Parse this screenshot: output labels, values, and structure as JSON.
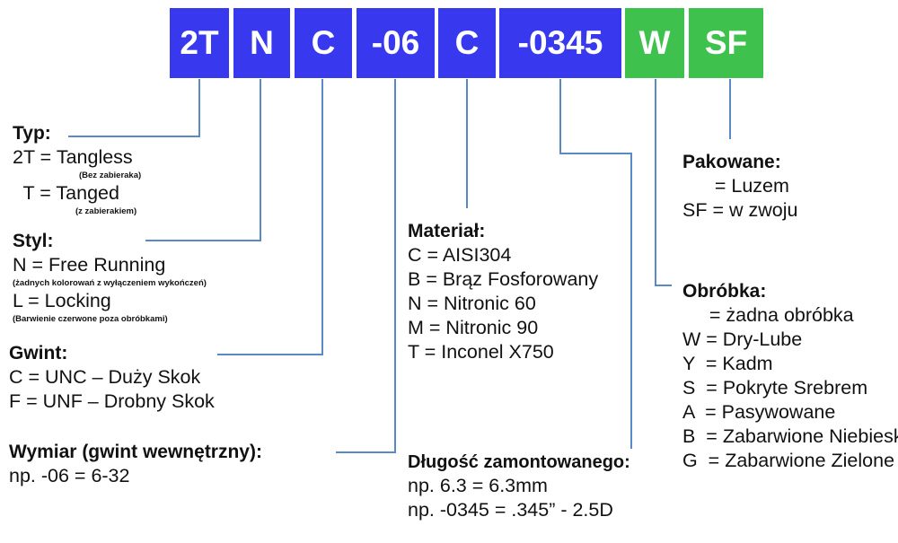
{
  "code_boxes": [
    {
      "text": "2T",
      "color": "#3838ee"
    },
    {
      "text": "N",
      "color": "#3838ee"
    },
    {
      "text": "C",
      "color": "#3838ee"
    },
    {
      "text": "-06",
      "color": "#3838ee"
    },
    {
      "text": "C",
      "color": "#3838ee"
    },
    {
      "text": "-0345",
      "color": "#3838ee"
    },
    {
      "text": "W",
      "color": "#3ec24d"
    },
    {
      "text": "SF",
      "color": "#3ec24d"
    }
  ],
  "line_color": "#5a8ac6",
  "typ": {
    "heading": "Typ:",
    "line1": "2T = Tangless",
    "note1": "(Bez zabieraka)",
    "line2": "  T = Tanged",
    "note2": "(z zabierakiem)"
  },
  "styl": {
    "heading": "Styl:",
    "line1": "N = Free Running",
    "note1": "(żadnych kolorowań z wyłączeniem wykończeń)",
    "line2": "L = Locking",
    "note2": "(Barwienie czerwone poza obróbkami)"
  },
  "gwint": {
    "heading": "Gwint:",
    "line1": "C = UNC – Duży Skok",
    "line2": "F = UNF – Drobny Skok"
  },
  "wymiar": {
    "heading": "Wymiar (gwint wewnętrzny):",
    "line1": "np. -06 = 6-32"
  },
  "material": {
    "heading": "Materiał:",
    "lines": [
      "C = AISI304",
      "B = Brąz Fosforowany",
      "N = Nitronic 60",
      "M = Nitronic 90",
      "T = Inconel X750"
    ]
  },
  "dlugosc": {
    "heading": "Długość zamontowanego:",
    "line1": "np. 6.3 = 6.3mm",
    "line2": "np. -0345 = .345” - 2.5D"
  },
  "pakowane": {
    "heading": "Pakowane:",
    "line1": "      = Luzem",
    "line2": "SF = w zwoju"
  },
  "obrobka": {
    "heading": "Obróbka:",
    "lines": [
      "     = żadna obróbka",
      "W = Dry-Lube",
      "Y  = Kadm",
      "S  = Pokryte Srebrem",
      "A  = Pasywowane",
      "B  = Zabarwione Niebieskie",
      "G  = Zabarwione Zielone"
    ]
  }
}
